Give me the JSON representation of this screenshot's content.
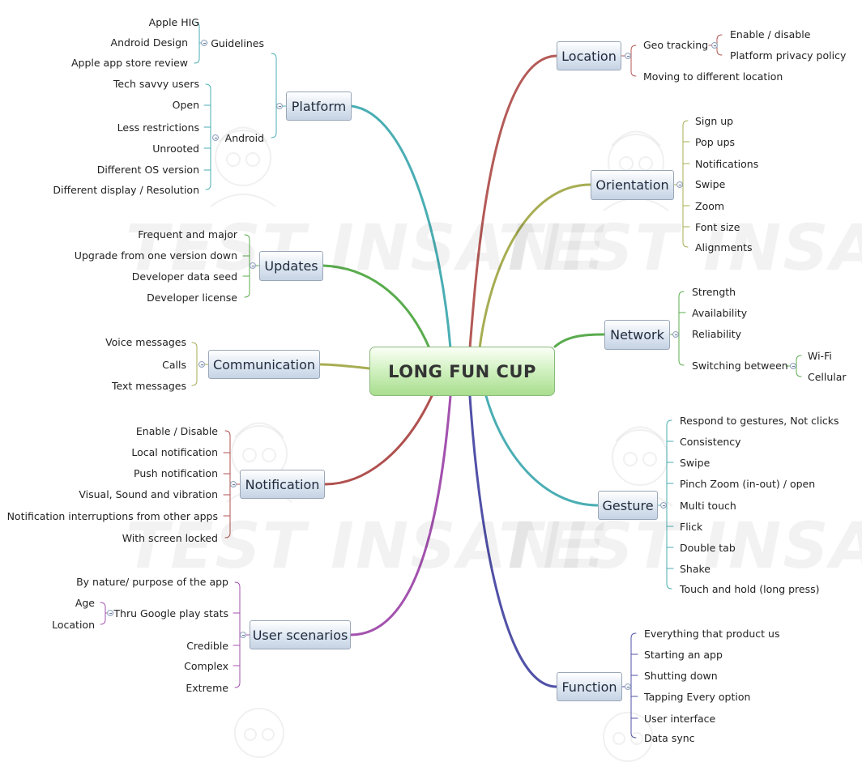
{
  "title": "LONG FUN CUP",
  "watermark": {
    "text": "TEST INSANE",
    "color": "#cfcfcf"
  },
  "colors": {
    "platform": "#4aaeb4",
    "updates": "#5aac4e",
    "communication": "#a7ad52",
    "notification": "#b0514f",
    "user_scenarios": "#a352ae",
    "location": "#b45a57",
    "orientation": "#a7ad52",
    "network": "#5aac4e",
    "gesture": "#4aaeb4",
    "function": "#5151a8",
    "central_border": "#8bb97d",
    "topic_border": "#9aa7b8"
  },
  "branches": {
    "platform": {
      "label": "Platform",
      "guidelines": {
        "label": "Guidelines",
        "items": [
          "Apple HIG",
          "Android Design",
          "Apple app store review"
        ]
      },
      "android": {
        "label": "Android",
        "items": [
          "Tech savvy users",
          "Open",
          "Less restrictions",
          "Unrooted",
          "Different OS version",
          "Different display / Resolution"
        ]
      }
    },
    "updates": {
      "label": "Updates",
      "items": [
        "Frequent and major",
        "Upgrade from one version down",
        "Developer data seed",
        "Developer license"
      ]
    },
    "communication": {
      "label": "Communication",
      "items": [
        "Voice messages",
        "Calls",
        "Text messages"
      ]
    },
    "notification": {
      "label": "Notification",
      "items": [
        "Enable / Disable",
        "Local notification",
        "Push notification",
        "Visual, Sound and vibration",
        "Notification interruptions from other apps",
        "With screen locked"
      ]
    },
    "user_scenarios": {
      "label": "User scenarios",
      "nature": "By nature/ purpose of the app",
      "thru": {
        "label": "Thru Google play stats",
        "items": [
          "Age",
          "Location"
        ]
      },
      "others": [
        "Credible",
        "Complex",
        "Extreme"
      ]
    },
    "location": {
      "label": "Location",
      "geo": {
        "label": "Geo tracking",
        "items": [
          "Enable / disable",
          "Platform privacy policy"
        ]
      },
      "moving": "Moving to different location"
    },
    "orientation": {
      "label": "Orientation",
      "items": [
        "Sign up",
        "Pop ups",
        "Notifications",
        "Swipe",
        "Zoom",
        "Font size",
        "Alignments"
      ]
    },
    "network": {
      "label": "Network",
      "items": [
        "Strength",
        "Availability",
        "Reliability"
      ],
      "switching": {
        "label": "Switching between",
        "items": [
          "Wi-Fi",
          "Cellular"
        ]
      }
    },
    "gesture": {
      "label": "Gesture",
      "items": [
        "Respond to gestures, Not clicks",
        "Consistency",
        "Swipe",
        "Pinch Zoom (in-out) / open",
        "Multi touch",
        "Flick",
        "Double tab",
        "Shake",
        "Touch and hold (long press)"
      ]
    },
    "function": {
      "label": "Function",
      "items": [
        "Everything that product us",
        "Starting an app",
        "Shutting down",
        "Tapping Every option",
        "User interface",
        "Data sync"
      ]
    }
  }
}
